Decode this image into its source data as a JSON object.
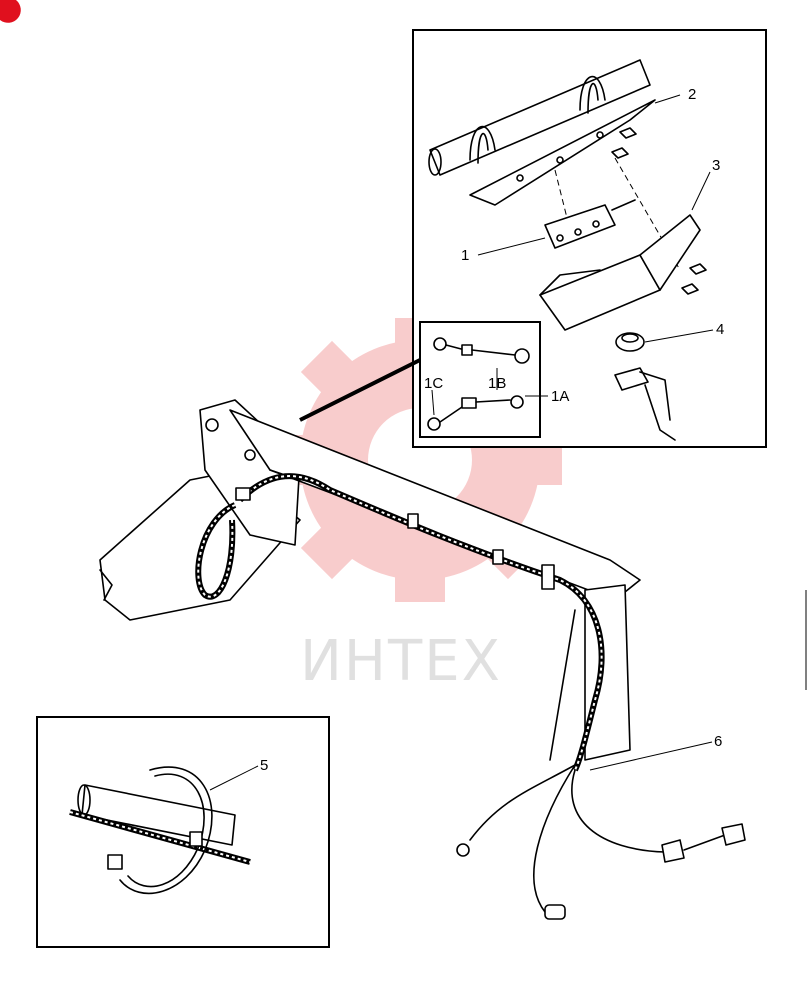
{
  "watermark": {
    "text": "ИНТЕХ"
  },
  "callouts": {
    "c1": "1",
    "c1a": "1A",
    "c1b": "1B",
    "c1c": "1C",
    "c2": "2",
    "c3": "3",
    "c4": "4",
    "c5": "5",
    "c6": "6"
  },
  "colors": {
    "badge": "#e0101e",
    "watermark": "#f4a3a3"
  }
}
